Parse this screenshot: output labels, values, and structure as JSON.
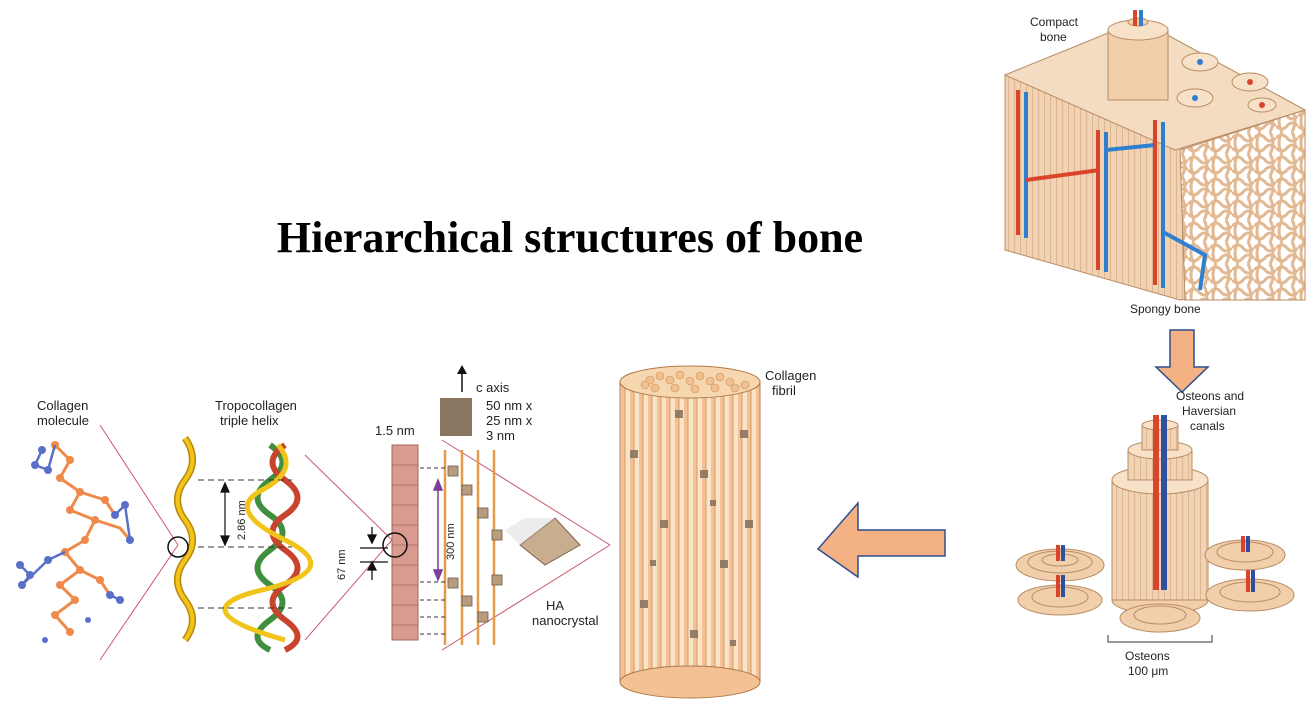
{
  "title": "Hierarchical structures of bone",
  "labels": {
    "compact_bone_line1": "Compact",
    "compact_bone_line2": "bone",
    "spongy_bone": "Spongy bone",
    "osteons_canals_line1": "Osteons and",
    "osteons_canals_line2": "Haversian",
    "osteons_canals_line3": "canals",
    "osteons_line1": "Osteons",
    "osteons_line2": "100 μm",
    "collagen_fibril_line1": "Collagen",
    "collagen_fibril_line2": "fibril",
    "c_axis": "c axis",
    "crystal_dim_1": "50 nm x",
    "crystal_dim_2": "25 nm x",
    "crystal_dim_3": "3 nm",
    "diameter": "1.5 nm",
    "ha_line1": "HA",
    "ha_line2": "nanocrystal",
    "collagen_molecule_line1": "Collagen",
    "collagen_molecule_line2": "molecule",
    "tropocollagen_line1": "Tropocollagen",
    "tropocollagen_line2": "triple helix",
    "pitch": "2.86 nm",
    "gap": "300 nm",
    "period": "67 nm"
  },
  "colors": {
    "arrow_fill": "#f4b183",
    "arrow_stroke": "#2f4f8f",
    "vessel_red": "#d9442b",
    "vessel_blue": "#2f7fd0",
    "bone_tan": "#e8c39e",
    "collagen_orange": "#f08a4b",
    "atom_blue": "#5a6fc8",
    "helix_yellow": "#f0c419",
    "helix_green": "#3f8f3f",
    "helix_red": "#c8442f",
    "fibril_stripe": "#f5c9a0",
    "crystal_brown": "#8a7560",
    "guide_pink": "#c85a6a",
    "marker_purple": "#7a3f9a"
  }
}
